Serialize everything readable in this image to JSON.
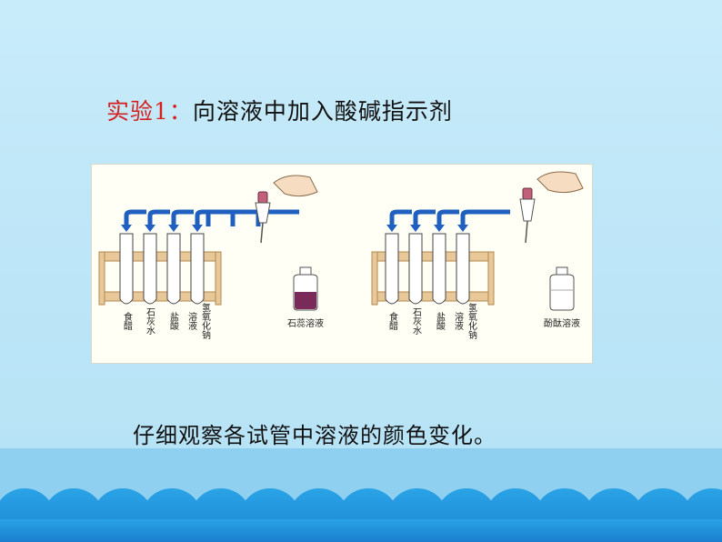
{
  "slide": {
    "title_label": "实验1：",
    "title_text": "向溶液中加入酸碱指示剂",
    "caption": "仔细观察各试管中溶液的颜色变化。"
  },
  "figure": {
    "left_setup": {
      "tube_labels": [
        "食醋",
        "石灰水",
        "盐酸",
        "溶液",
        "氢氧化钠"
      ],
      "bottle_label": "石蕊溶液",
      "bottle_color": "#7a2a58"
    },
    "right_setup": {
      "tube_labels": [
        "食醋",
        "石灰水",
        "盐酸",
        "溶液",
        "氢氧化钠"
      ],
      "bottle_label": "酚酞溶液",
      "bottle_color": "#ffffff"
    }
  },
  "colors": {
    "title_accent": "#d62020",
    "arrow_blue": "#1f5fbf",
    "rack_wood": "#e8c898",
    "wave_dark": "#1e8fd6"
  }
}
